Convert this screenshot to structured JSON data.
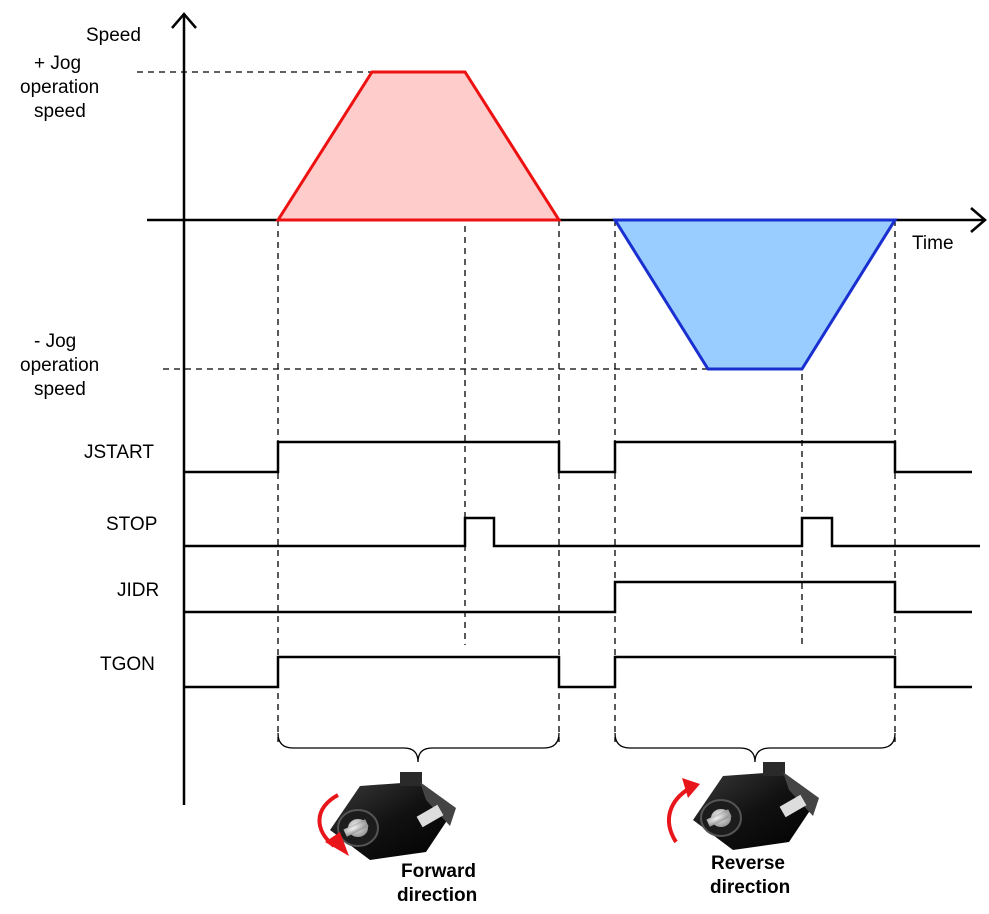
{
  "diagram": {
    "y_axis_label": "Speed",
    "x_axis_label": "Time",
    "positive_speed_label": [
      "+  Jog",
      "operation",
      "speed"
    ],
    "negative_speed_label": [
      "-  Jog",
      "operation",
      "speed"
    ],
    "signals": [
      "JSTART",
      "STOP",
      "JIDR",
      "TGON"
    ],
    "forward_label": [
      "Forward",
      "direction"
    ],
    "reverse_label": [
      "Reverse",
      "direction"
    ],
    "colors": {
      "forward_stroke": "#ee1111",
      "forward_fill": "#ffcccc",
      "reverse_stroke": "#1a2fd0",
      "reverse_fill": "#99ccff",
      "arrow_red": "#e8161a",
      "motor_body": "#1a1a1a"
    },
    "icons": [
      "servo-motor-icon",
      "rotation-arrow-icon"
    ]
  }
}
